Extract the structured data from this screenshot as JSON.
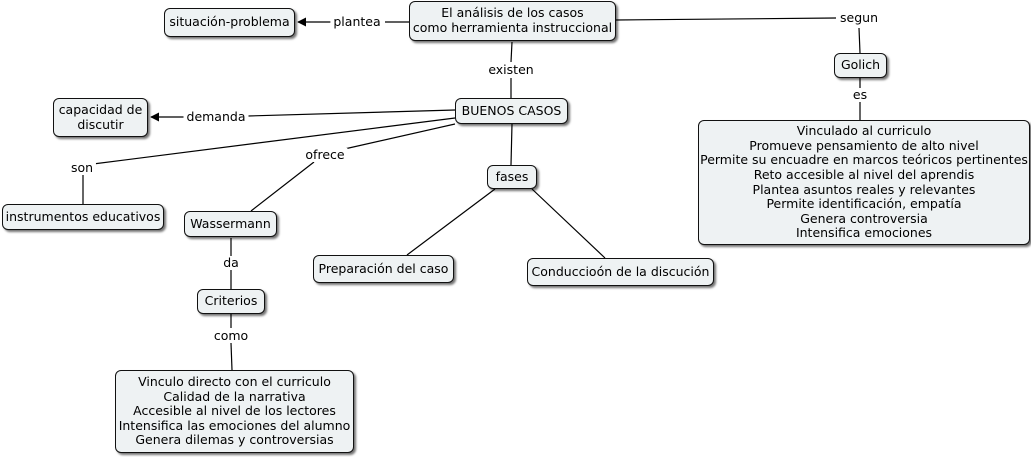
{
  "nodes": {
    "analisis": [
      "El análisis de los casos",
      "como herramienta instruccional"
    ],
    "situacion": [
      "situación-problema"
    ],
    "buenos_casos": [
      "BUENOS CASOS"
    ],
    "capacidad": [
      "capacidad de",
      "discutir"
    ],
    "instrumentos": [
      "instrumentos educativos"
    ],
    "wassermann": [
      "Wassermann"
    ],
    "criterios": [
      "Criterios"
    ],
    "criterios_list": [
      "Vinculo directo con el curriculo",
      "Calidad de la narrativa",
      "Accesible al nivel de los lectores",
      "Intensifica las emociones del alumno",
      "Genera dilemas y controversias"
    ],
    "fases": [
      "fases"
    ],
    "preparacion": [
      "Preparación del caso"
    ],
    "conduccion": [
      "Conduccioón de la discución"
    ],
    "golich": [
      "Golich"
    ],
    "golich_list": [
      "Vinculado al curriculo",
      "Promueve pensamiento de alto nivel",
      "Permite su encuadre en marcos teóricos pertinentes",
      "Reto accesible al nivel del aprendis",
      "Plantea asuntos reales y relevantes",
      "Permite identificación, empatía",
      "Genera controversia",
      "Intensifica emociones"
    ]
  },
  "links": {
    "plantea": "plantea",
    "segun": "segun",
    "existen": "existen",
    "es": "es",
    "demanda": "demanda",
    "son": "son",
    "ofrece": "ofrece",
    "da": "da",
    "como": "como"
  }
}
